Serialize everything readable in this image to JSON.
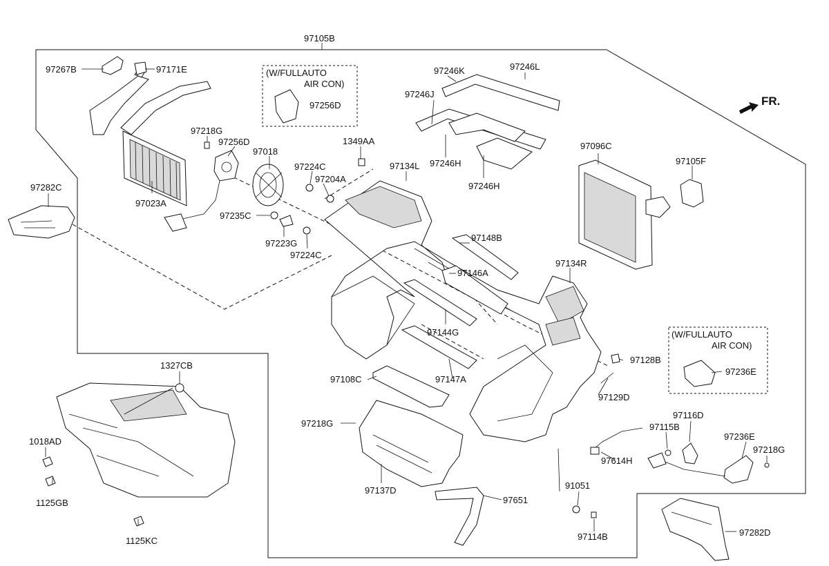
{
  "direction_label": "FR.",
  "option_notes": {
    "fullauto_top_line1": "(W/FULLAUTO",
    "fullauto_top_line2": "AIR CON)",
    "fullauto_right_line1": "(W/FULLAUTO",
    "fullauto_right_line2": "AIR CON)"
  },
  "parts": {
    "p97105B": "97105B",
    "p97267B": "97267B",
    "p97171E": "97171E",
    "p97218G_a": "97218G",
    "p97256D_a": "97256D",
    "p97256D_b": "97256D",
    "p97018": "97018",
    "p1349AA": "1349AA",
    "p97224C_a": "97224C",
    "p97204A": "97204A",
    "p97134L": "97134L",
    "p97023A": "97023A",
    "p97282C": "97282C",
    "p97235C": "97235C",
    "p97223G": "97223G",
    "p97224C_b": "97224C",
    "p97246K": "97246K",
    "p97246L": "97246L",
    "p97246J": "97246J",
    "p97246H_a": "97246H",
    "p97246H_b": "97246H",
    "p97096C": "97096C",
    "p97105F": "97105F",
    "p97148B": "97148B",
    "p97146A": "97146A",
    "p97134R": "97134R",
    "p97144G": "97144G",
    "p97128B": "97128B",
    "p97236E_a": "97236E",
    "p97129D": "97129D",
    "p97147A": "97147A",
    "p97108C": "97108C",
    "p97218G_b": "97218G",
    "p97137D": "97137D",
    "p97651": "97651",
    "p97116D": "97116D",
    "p97115B": "97115B",
    "p97236E_b": "97236E",
    "p97218G_c": "97218G",
    "p97614H": "97614H",
    "p91051": "91051",
    "p97114B": "97114B",
    "p97282D": "97282D",
    "p1327CB": "1327CB",
    "p1018AD": "1018AD",
    "p1125GB": "1125GB",
    "p1125KC": "1125KC"
  }
}
